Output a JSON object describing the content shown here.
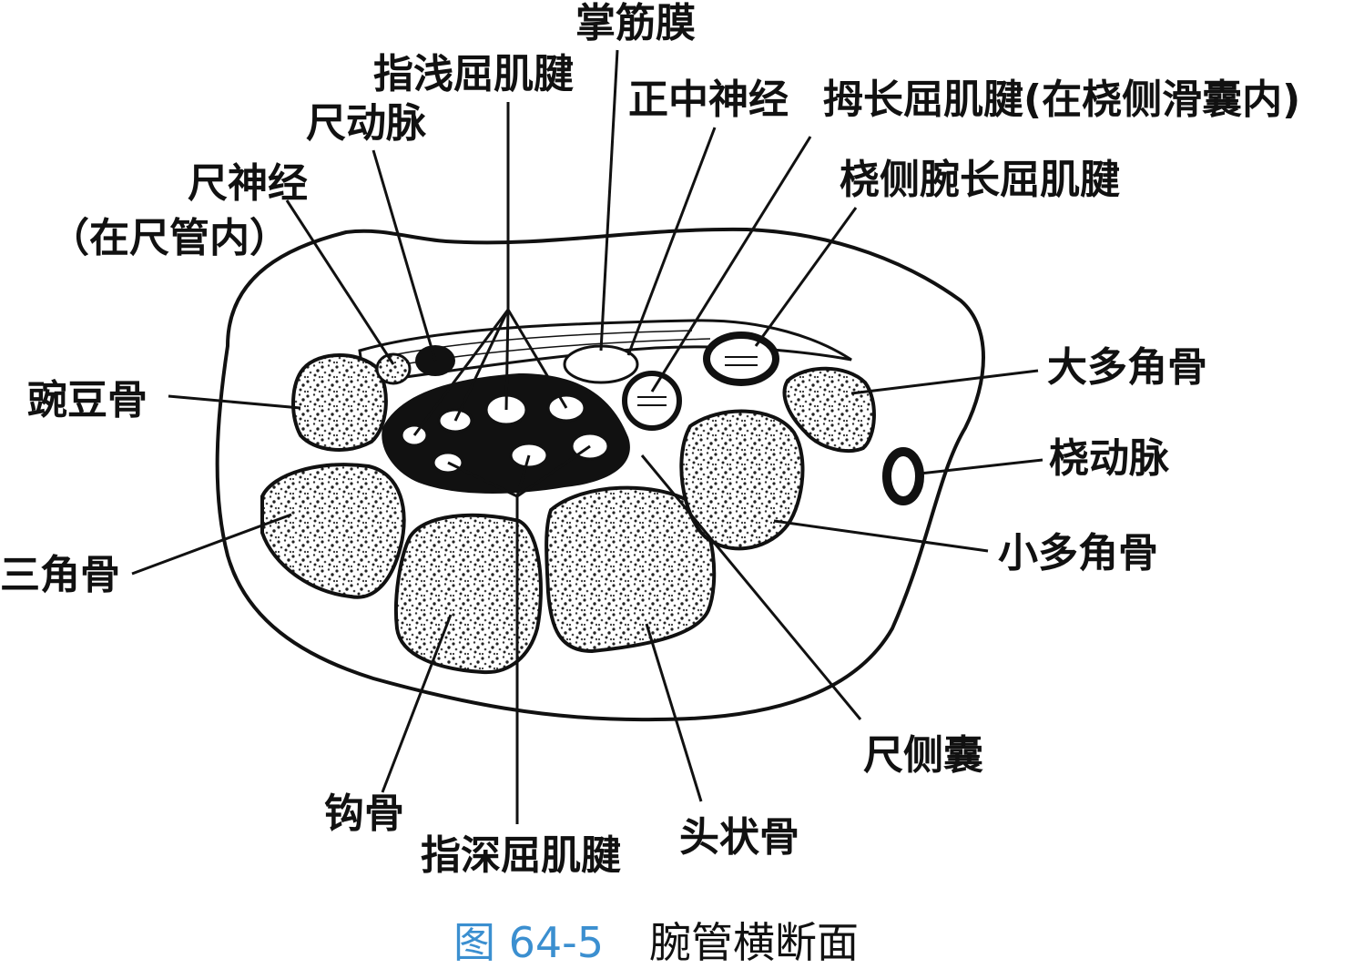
{
  "diagram": {
    "labels": {
      "palmar_fascia": "掌筋膜",
      "fds_tendons": "指浅屈肌腱",
      "median_nerve": "正中神经",
      "fpl_tendon": "拇长屈肌腱(在桡侧滑囊内)",
      "ulnar_artery": "尺动脉",
      "ulnar_nerve": "尺神经",
      "ulnar_nerve_note": "（在尺管内）",
      "fcr_tendon": "桡侧腕长屈肌腱",
      "pisiform": "豌豆骨",
      "trapezium": "大多角骨",
      "radial_artery": "桡动脉",
      "triquetrum": "三角骨",
      "trapezoid": "小多角骨",
      "ulnar_bursa": "尺侧囊",
      "hamate": "钩骨",
      "fdp_tendons": "指深屈肌腱",
      "capitate": "头状骨"
    }
  },
  "caption": {
    "number": "图 64-5",
    "title": "腕管横断面"
  },
  "colors": {
    "ink": "#111111",
    "caption_accent": "#3b8fd0"
  }
}
